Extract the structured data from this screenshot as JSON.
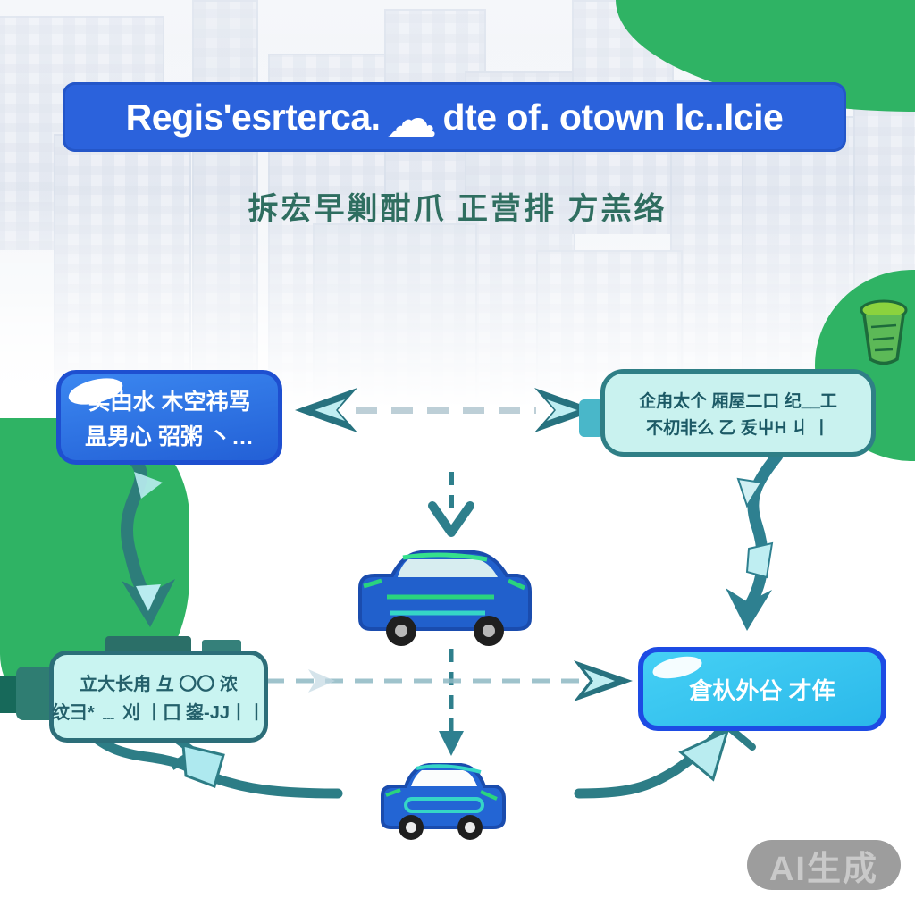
{
  "header": {
    "title_part1": "Regis'esrterca.",
    "cloud_glyph": "☁",
    "title_part2": "dte of. otown lc..lcie",
    "subtitle": "拆宏早剿酣爪 正营排 方羔络"
  },
  "boxes": {
    "top_left": {
      "lines": [
        "实甴水 木空祎骂",
        "昷男心 弨粥 丶…"
      ]
    },
    "top_right": {
      "lines": [
        "企甪太个 厢屋二口 纪__工",
        "不朷非么 乙 叐屮H 丩 丨"
      ]
    },
    "bottom_left": {
      "lines": [
        "立大长甪 彑 〇〇 浓",
        "纹彐* ﹍ 刈 丨囗 鋆-JJ丨丨"
      ]
    },
    "bottom_right": {
      "lines": [
        "倉朲外㕣 才伡 "
      ]
    }
  },
  "watermark": {
    "label": "AI生成"
  },
  "colors": {
    "banner_blue": "#2b62dc",
    "leaf_green": "#2fb364",
    "arrow_teal": "#2e7f8c",
    "cyan_box_fill": "#c9f2ef",
    "cyan_box_border": "#2c6e79",
    "blue_box_fill": "#2f7ce8",
    "blue_box_border": "#1d4be4",
    "bottom_right_box_fill": "#38c8f2",
    "car_blue": "#2365d4",
    "car_accent_green": "#2ad47e",
    "car_accent_teal": "#35d6c6",
    "watermark_gray": "#9d9d9d"
  }
}
